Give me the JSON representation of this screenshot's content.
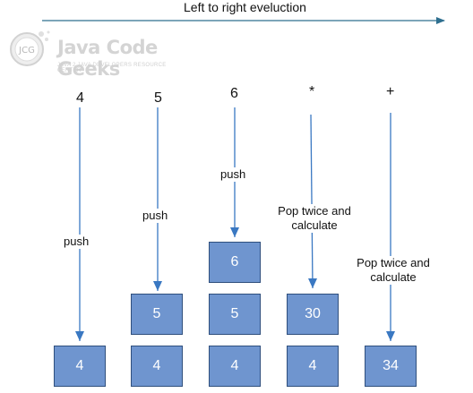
{
  "heading": "Left to right eveluction",
  "logo": {
    "mark": "JCG",
    "name": "Java Code Geeks",
    "tagline": "JAVA 2 JAVA DEVELOPERS RESOURCE CENTER"
  },
  "columns": [
    {
      "token": "4",
      "action": "push",
      "stack": [
        "4"
      ]
    },
    {
      "token": "5",
      "action": "push",
      "stack": [
        "4",
        "5"
      ]
    },
    {
      "token": "6",
      "action": "push",
      "stack": [
        "4",
        "5",
        "6"
      ]
    },
    {
      "token": "*",
      "action": "Pop twice and calculate",
      "action_lines": [
        "Pop twice and",
        "calculate"
      ],
      "stack": [
        "4",
        "30"
      ]
    },
    {
      "token": "+",
      "action": "Pop twice and calculate",
      "action_lines": [
        "Pop twice and",
        "calculate"
      ],
      "stack": [
        "34"
      ]
    }
  ],
  "colors": {
    "box_fill": "#6f95cf",
    "box_border": "#2f4f7d",
    "arrow": "#3a78c2"
  }
}
